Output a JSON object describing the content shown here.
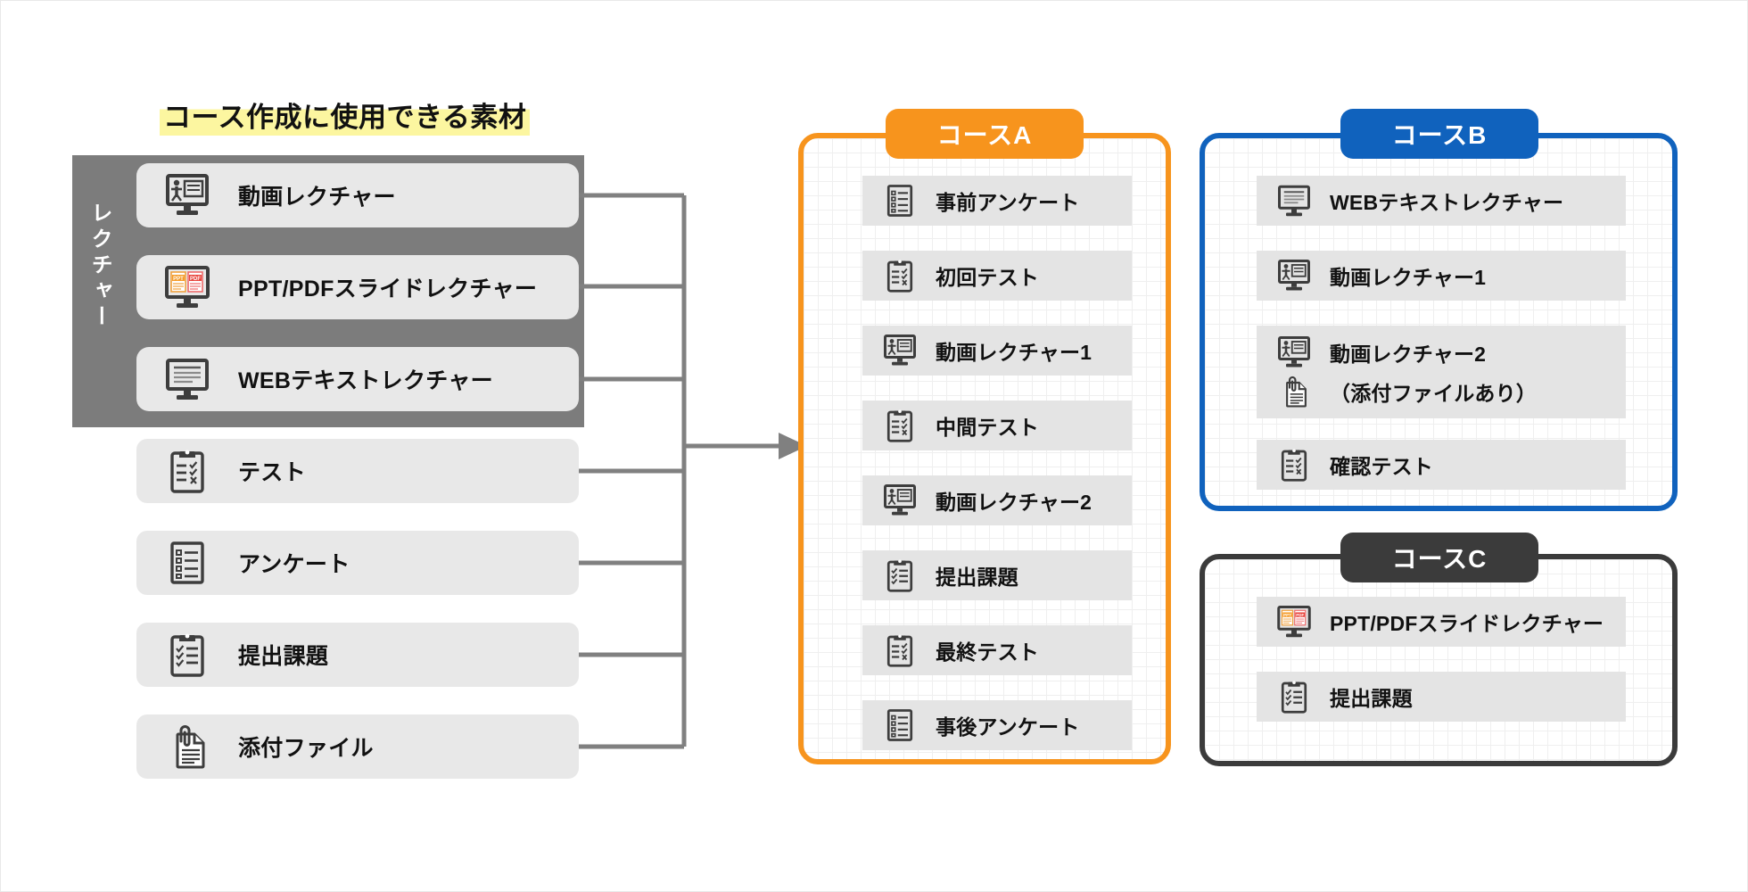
{
  "title": "コース作成に使用できる素材",
  "left_panel": {
    "group_label": "レクチャー",
    "group_items": [
      {
        "label": "動画レクチャー",
        "icon": "video-lecture-icon"
      },
      {
        "label": "PPT/PDFスライドレクチャー",
        "icon": "slide-lecture-icon"
      },
      {
        "label": "WEBテキストレクチャー",
        "icon": "web-text-lecture-icon"
      }
    ],
    "other_items": [
      {
        "label": "テスト",
        "icon": "test-clipboard-icon"
      },
      {
        "label": "アンケート",
        "icon": "survey-list-icon"
      },
      {
        "label": "提出課題",
        "icon": "assignment-clipboard-icon"
      },
      {
        "label": "添付ファイル",
        "icon": "attachment-file-icon"
      }
    ]
  },
  "courses": [
    {
      "id": "A",
      "tab_label": "コースA",
      "accent": "#F7941D",
      "items": [
        {
          "label": "事前アンケート",
          "icon": "survey-list-icon"
        },
        {
          "label": "初回テスト",
          "icon": "test-clipboard-icon"
        },
        {
          "label": "動画レクチャー1",
          "icon": "video-lecture-icon"
        },
        {
          "label": "中間テスト",
          "icon": "test-clipboard-icon"
        },
        {
          "label": "動画レクチャー2",
          "icon": "video-lecture-icon"
        },
        {
          "label": "提出課題",
          "icon": "assignment-clipboard-icon"
        },
        {
          "label": "最終テスト",
          "icon": "test-clipboard-icon"
        },
        {
          "label": "事後アンケート",
          "icon": "survey-list-icon"
        }
      ]
    },
    {
      "id": "B",
      "tab_label": "コースB",
      "accent": "#1062BD",
      "items": [
        {
          "label": "WEBテキストレクチャー",
          "icon": "web-text-lecture-icon"
        },
        {
          "label": "動画レクチャー1",
          "icon": "video-lecture-icon"
        },
        {
          "label": "動画レクチャー2",
          "label2": "（添付ファイルあり）",
          "icon": "video-lecture-icon",
          "icon2": "attachment-file-icon"
        },
        {
          "label": "確認テスト",
          "icon": "test-clipboard-icon"
        }
      ]
    },
    {
      "id": "C",
      "tab_label": "コースC",
      "accent": "#3B3B3B",
      "items": [
        {
          "label": "PPT/PDFスライドレクチャー",
          "icon": "slide-lecture-icon"
        },
        {
          "label": "提出課題",
          "icon": "assignment-clipboard-icon"
        }
      ]
    }
  ],
  "colors": {
    "accent_orange": "#F7941D",
    "accent_blue": "#1062BD",
    "accent_dark": "#3B3B3B",
    "group_gray": "#7C7C7C",
    "item_gray": "#E8E8E8",
    "highlight_yellow": "#FCF6A0",
    "connector_gray": "#808080"
  }
}
